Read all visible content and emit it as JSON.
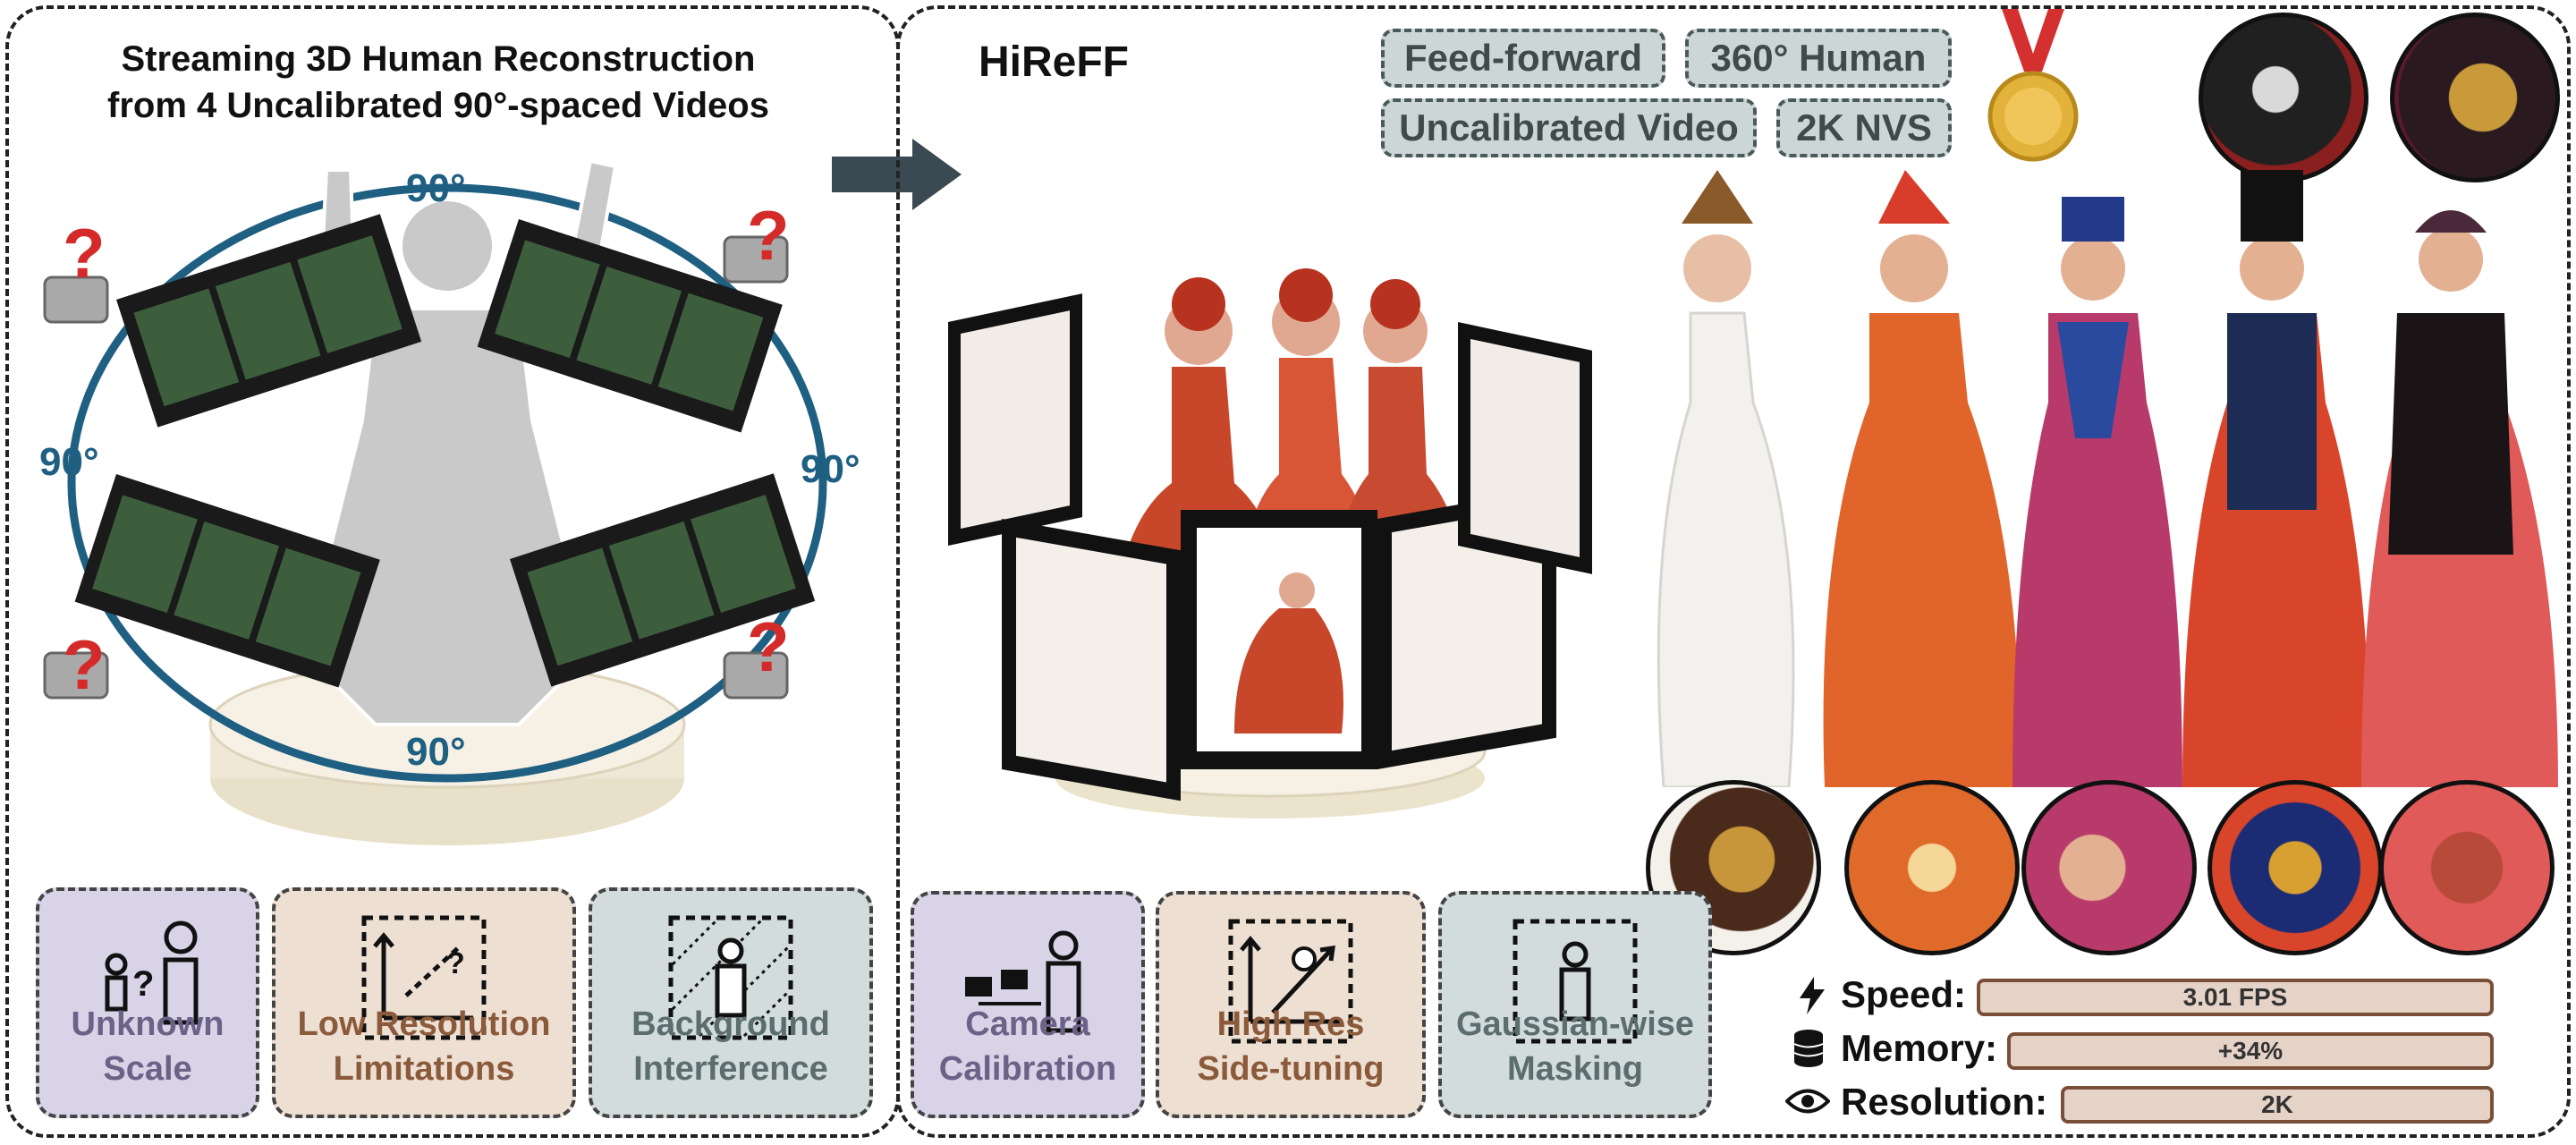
{
  "left_panel": {
    "title_line1": "Streaming 3D Human Reconstruction",
    "title_line2": "from 4 Uncalibrated 90°-spaced Videos",
    "angle_top": "90°",
    "angle_left": "90°",
    "angle_right": "90°",
    "angle_bottom": "90°",
    "cards": [
      {
        "line1": "Unknown",
        "line2": "Scale",
        "color": "#d8d3e6",
        "text_color": "#6b6287"
      },
      {
        "line1": "Low Resolution",
        "line2": "Limitations",
        "color": "#eedfd3",
        "text_color": "#8a5a3b"
      },
      {
        "line1": "Background",
        "line2": "Interference",
        "color": "#d2dcdc",
        "text_color": "#5c6d6d"
      }
    ]
  },
  "right_panel": {
    "title": "HiReFF",
    "tags": [
      "Feed-forward",
      "360° Human",
      "Uncalibrated Video",
      "2K NVS"
    ],
    "cards": [
      {
        "line1": "Camera",
        "line2": "Calibration",
        "color": "#d8d3e6",
        "text_color": "#6b6287"
      },
      {
        "line1": "High Res",
        "line2": "Side-tuning",
        "color": "#eedfd3",
        "text_color": "#8a5a3b"
      },
      {
        "line1": "Gaussian-wise",
        "line2": "Masking",
        "color": "#d2dcdc",
        "text_color": "#5c6d6d"
      }
    ],
    "metrics": [
      {
        "label": "Speed:",
        "value": "3.01 FPS",
        "icon": "lightning-icon"
      },
      {
        "label": "Memory:",
        "value": "+34%",
        "icon": "database-icon"
      },
      {
        "label": "Resolution:",
        "value": "2K",
        "icon": "eye-icon"
      }
    ]
  },
  "colors": {
    "ring": "#1e5f82",
    "question": "#d42a2a",
    "arrow": "#3b4a52",
    "medal": "#e2b23a",
    "ribbon": "#d43030"
  }
}
